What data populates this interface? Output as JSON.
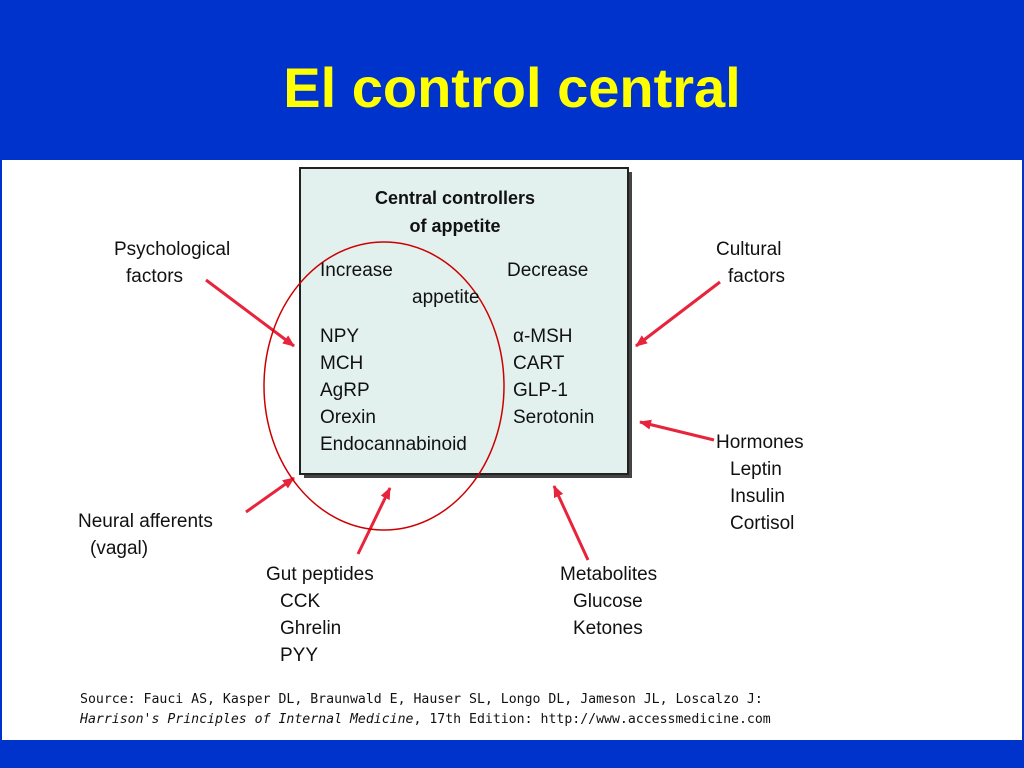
{
  "slide": {
    "title": "El control central"
  },
  "diagram": {
    "box_title_line1": "Central controllers",
    "box_title_line2": "of appetite",
    "increase_label": "Increase",
    "decrease_label": "Decrease",
    "appetite_label": "appetite",
    "increase_items": [
      "NPY",
      "MCH",
      "AgRP",
      "Orexin",
      "Endocannabinoid"
    ],
    "decrease_items": [
      "α-MSH",
      "CART",
      "GLP-1",
      "Serotonin"
    ],
    "psychological": [
      "Psychological",
      "factors"
    ],
    "cultural": [
      "Cultural",
      "factors"
    ],
    "neural": [
      "Neural afferents",
      "(vagal)"
    ],
    "hormones": [
      "Hormones",
      "Leptin",
      "Insulin",
      "Cortisol"
    ],
    "gut": [
      "Gut peptides",
      "CCK",
      "Ghrelin",
      "PYY"
    ],
    "metabolites": [
      "Metabolites",
      "Glucose",
      "Ketones"
    ],
    "colors": {
      "box_fill": "#e3f1ee",
      "arrow": "#e8233c",
      "circle": "#cc0000",
      "header_bg": "#0033cc",
      "title_text": "#ffff00"
    }
  },
  "source": {
    "line1": "Source: Fauci AS, Kasper DL, Braunwald E, Hauser SL, Longo DL, Jameson JL, Loscalzo J:",
    "book_title": "Harrison's Principles of Internal Medicine",
    "line2_rest": ", 17th Edition: http://www.accessmedicine.com"
  }
}
